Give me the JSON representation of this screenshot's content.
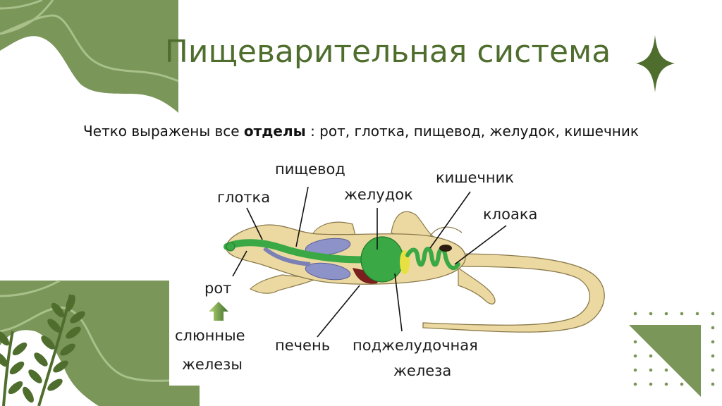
{
  "slide": {
    "title": "Пищеварительная система",
    "subtitle_before": "Четко выражены все ",
    "subtitle_bold": "отделы",
    "subtitle_after": " : рот, глотка, пищевод, желудок, кишечник"
  },
  "diagram": {
    "labels": {
      "pharynx": "глотка",
      "esophagus": "пищевод",
      "stomach": "желудок",
      "intestine": "кишечник",
      "cloaca": "клоака",
      "mouth": "рот",
      "salivary_1": "слюнные",
      "salivary_2": "железы",
      "liver": "печень",
      "pancreas_1": "поджелудочная",
      "pancreas_2": "железа"
    }
  },
  "colors": {
    "accent_green": "#7a9659",
    "dark_green": "#4f6e2e",
    "light_line": "#a9c08a",
    "body_tan": "#ecd9a2",
    "gut_green": "#3aa845",
    "gland_blue": "#8d93c8",
    "liver_red": "#7a1e1e",
    "pancreas_yellow": "#e6e040"
  }
}
